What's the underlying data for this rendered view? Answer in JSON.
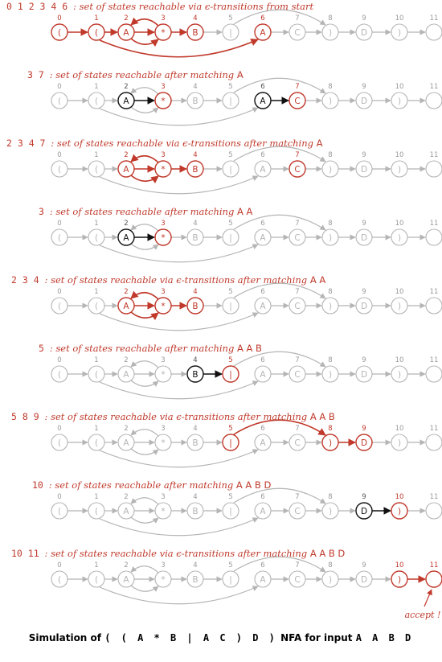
{
  "figure": {
    "nodes": [
      {
        "id": "0",
        "symbol": "("
      },
      {
        "id": "1",
        "symbol": "("
      },
      {
        "id": "2",
        "symbol": "A"
      },
      {
        "id": "3",
        "symbol": "*"
      },
      {
        "id": "4",
        "symbol": "B"
      },
      {
        "id": "5",
        "symbol": "|"
      },
      {
        "id": "6",
        "symbol": "A"
      },
      {
        "id": "7",
        "symbol": "C"
      },
      {
        "id": "8",
        "symbol": ")"
      },
      {
        "id": "9",
        "symbol": "D"
      },
      {
        "id": "10",
        "symbol": ")"
      },
      {
        "id": "11",
        "symbol": ""
      }
    ],
    "panels": [
      {
        "states": "0 1 2 3 4 6",
        "label": "set of states reachable via ϵ-transitions from start",
        "match": "",
        "active": [
          0,
          1,
          2,
          3,
          4,
          6
        ],
        "black": [],
        "red_edges": [
          [
            0,
            1
          ],
          [
            1,
            2
          ],
          [
            2,
            3
          ],
          [
            3,
            2
          ],
          [
            3,
            4
          ],
          [
            1,
            6
          ]
        ],
        "black_edges": [],
        "accept": ""
      },
      {
        "states": "3 7",
        "label": "set of states reachable after matching",
        "match": "A",
        "active": [
          3,
          7
        ],
        "black": [
          2,
          6
        ],
        "red_edges": [],
        "black_edges": [
          [
            2,
            3
          ],
          [
            6,
            7
          ]
        ],
        "accept": ""
      },
      {
        "states": "2 3 4 7",
        "label": "set of states reachable via ϵ-transitions after matching",
        "match": "A",
        "active": [
          2,
          3,
          4,
          7
        ],
        "black": [],
        "red_edges": [
          [
            3,
            2
          ],
          [
            2,
            3
          ],
          [
            3,
            4
          ]
        ],
        "black_edges": [],
        "accept": ""
      },
      {
        "states": "3",
        "label": "set of states reachable after matching",
        "match": "A A",
        "active": [
          3
        ],
        "black": [
          2
        ],
        "red_edges": [],
        "black_edges": [
          [
            2,
            3
          ]
        ],
        "accept": ""
      },
      {
        "states": "2 3 4",
        "label": "set of states reachable via ϵ-transitions after matching",
        "match": "A A",
        "active": [
          2,
          3,
          4
        ],
        "black": [],
        "red_edges": [
          [
            3,
            2
          ],
          [
            2,
            3
          ],
          [
            3,
            4
          ]
        ],
        "black_edges": [],
        "accept": ""
      },
      {
        "states": "5",
        "label": "set of states reachable after matching",
        "match": "A A B",
        "active": [
          5
        ],
        "black": [
          4
        ],
        "red_edges": [],
        "black_edges": [
          [
            4,
            5
          ]
        ],
        "accept": ""
      },
      {
        "states": "5 8 9",
        "label": "set of states reachable via ϵ-transitions after matching",
        "match": "A A B",
        "active": [
          5,
          8,
          9
        ],
        "black": [],
        "red_edges": [
          [
            5,
            8
          ],
          [
            8,
            9
          ]
        ],
        "black_edges": [],
        "accept": ""
      },
      {
        "states": "10",
        "label": "set of states reachable after matching",
        "match": "A A B D",
        "active": [
          10
        ],
        "black": [
          9
        ],
        "red_edges": [],
        "black_edges": [
          [
            9,
            10
          ]
        ],
        "accept": ""
      },
      {
        "states": "10 11",
        "label": "set of states reachable via ϵ-transitions after matching",
        "match": "A A B D",
        "active": [
          10,
          11
        ],
        "black": [],
        "red_edges": [
          [
            10,
            11
          ]
        ],
        "black_edges": [],
        "accept": "accept !"
      }
    ],
    "caption": {
      "prefix": "Simulation of",
      "regex": "( ( A * B | A C ) D )",
      "middle": "NFA for input",
      "input": "A A B D"
    },
    "colors": {
      "active": "#c0392b",
      "inactive": "#b5b5b5",
      "black": "#111111",
      "label_active": "#c0392b"
    }
  }
}
